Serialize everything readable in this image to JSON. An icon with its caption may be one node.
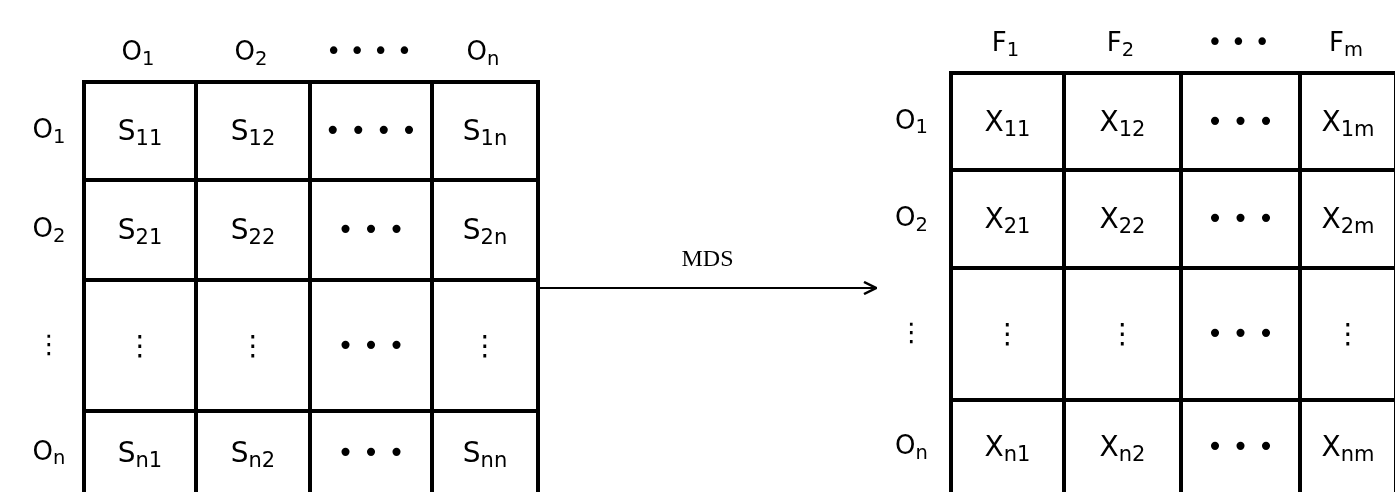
{
  "diagram": {
    "nodes": [
      {
        "text": [],
        "shape": "box"
      },
      {
        "text": [],
        "shape": "box"
      }
    ],
    "edges": [
      {
        "from": 0,
        "to": 1,
        "arrow": "to",
        "label": "MDS"
      }
    ],
    "labels": [
      "O$_{1}$",
      "O$_{2}$",
      "• • • •",
      "O$_{n}$",
      "O$_{1}$",
      "S$_{11}$",
      "S$_{12}$",
      "• • • •",
      "S$_{1n}$",
      "O$_{2}$",
      "S$_{21}$",
      "S$_{22}$",
      "• • •",
      "S$_{2n}$",
      "⋮",
      "⋮",
      "⋮",
      "• • •",
      "⋮",
      "O$_{n}$",
      "S$_{n1}$",
      "S$_{n2}$",
      "• • •",
      "S$_{nn}$",
      "F$_{1}$",
      "F$_{2}$",
      "• • •",
      "F$_{m}$",
      "O$_{1}$",
      "X$_{11}$",
      "X$_{12}$",
      "• • •",
      "X$_{1m}$",
      "O$_{2}$",
      "X$_{21}$",
      "X$_{22}$",
      "• • •",
      "X$_{2m}$",
      "⋮",
      "⋮",
      "⋮",
      "• • •",
      "⋮",
      "O$_{n}$",
      "X$_{n1}$",
      "X$_{n2}$",
      "• • •",
      "X$_{nm}$"
    ]
  }
}
